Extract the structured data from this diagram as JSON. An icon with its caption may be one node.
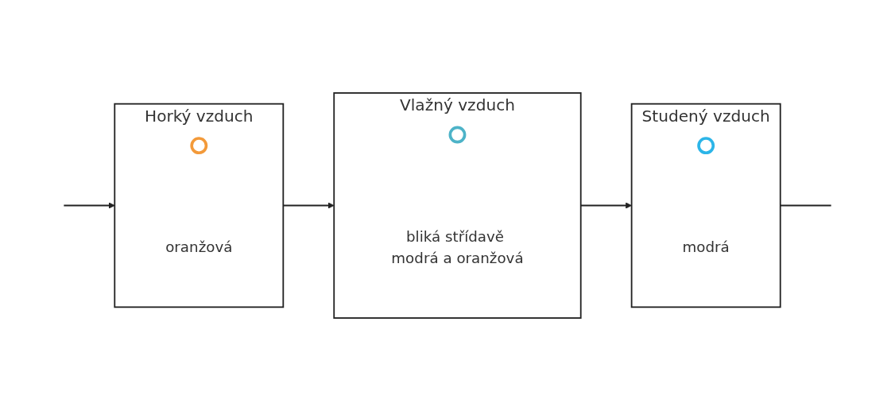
{
  "diagram": {
    "nodes": [
      {
        "text": [
          "Horký vzduch"
        ],
        "beside": [
          "oranžová"
        ]
      },
      {
        "text": [],
        "shape": "circle",
        "in": 0
      },
      {
        "text": [
          "Vlažný vzduch"
        ],
        "beside": [
          "bliká střídavě modrá a oranžová"
        ]
      },
      {
        "text": [],
        "shape": "circle",
        "in": 2
      },
      {
        "text": [
          "Studený vzduch"
        ],
        "beside": [
          "modrá"
        ]
      },
      {
        "text": [],
        "shape": "circle",
        "in": 4
      }
    ],
    "edges": [
      {
        "from": 0,
        "to": 2,
        "arrow": "to"
      },
      {
        "from": 2,
        "to": 4,
        "arrow": "to"
      },
      {
        "from": null,
        "to": 0,
        "arrow": "to"
      },
      {
        "from": 4,
        "to": null,
        "arrow": "none"
      }
    ]
  }
}
